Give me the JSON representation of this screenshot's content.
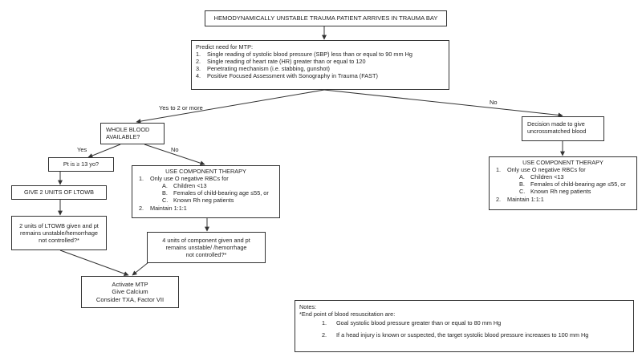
{
  "start_box": "HEMODYNAMICALLY UNSTABLE TRAUMA PATIENT ARRIVES IN TRAUMA BAY",
  "predict": {
    "title": "Predict need for MTP:",
    "items": [
      {
        "n": "1.",
        "text": "Single reading of systolic blood pressure (SBP) less than or equal to 90 mm Hg"
      },
      {
        "n": "2.",
        "text": "Single reading of heart rate (HR) greater than or equal to 120"
      },
      {
        "n": "3.",
        "text": "Penetrating mechanism (i.e. stabbing, gunshot)"
      },
      {
        "n": "4.",
        "text": "Positive Focused Assessment with Sonography in Trauma (FAST)"
      }
    ]
  },
  "edge_labels": {
    "yes_2_or_more": "Yes to 2 or more",
    "no_top": "No",
    "yes_blood": "Yes",
    "no_blood": "No"
  },
  "whole_blood": {
    "line1": "WHOLE BLOOD",
    "line2": "AVAILABLE?"
  },
  "age_box": "Pt is ≥ 13 yo?",
  "give_ltowb": "GIVE 2 UNITS OF LTOWB",
  "ltowb_given": {
    "line1": "2 units of LTOWB given and pt",
    "line2": "remains unstable/hemorrhage",
    "line3": "not controlled?*"
  },
  "component_left": {
    "title": "USE COMPONENT THERAPY",
    "item1": {
      "n": "1.",
      "text": "Only use O negative RBCs for"
    },
    "subs": [
      {
        "l": "A.",
        "text": "Children <13"
      },
      {
        "l": "B.",
        "text": "Females of child-bearing age ≤55, or"
      },
      {
        "l": "C.",
        "text": "Known Rh neg patients"
      }
    ],
    "item2": {
      "n": "2.",
      "text": "Maintain 1:1:1"
    }
  },
  "four_units": {
    "line1": "4 units of component given and pt",
    "line2": "remains unstable/ /hemorrhage",
    "line3": "not controlled?*"
  },
  "activate": {
    "line1": "Activate MTP",
    "line2": "Give Calcium",
    "line3": "Consider TXA, Factor VII"
  },
  "decision": {
    "line1": "Decision made to give",
    "line2": "uncrossmatched blood"
  },
  "component_right": {
    "title": "USE COMPONENT THERAPY",
    "item1": {
      "n": "1.",
      "text": "Only use O negative RBCs for"
    },
    "subs": [
      {
        "l": "A.",
        "text": "Children <13"
      },
      {
        "l": "B.",
        "text": "Females of child-bearing age ≤55, or"
      },
      {
        "l": "C.",
        "text": "Known Rh neg patients"
      }
    ],
    "item2": {
      "n": "2.",
      "text": "Maintain 1:1:1"
    }
  },
  "notes": {
    "title": "Notes:",
    "intro": "*End point of blood resuscitation are:",
    "items": [
      {
        "n": "1.",
        "text": "Goal systolic blood pressure greater than or equal to 80 mm Hg"
      },
      {
        "n": "2.",
        "text": "If a head injury is known or suspected, the target systolic blood pressure increases to 100 mm Hg"
      }
    ]
  }
}
